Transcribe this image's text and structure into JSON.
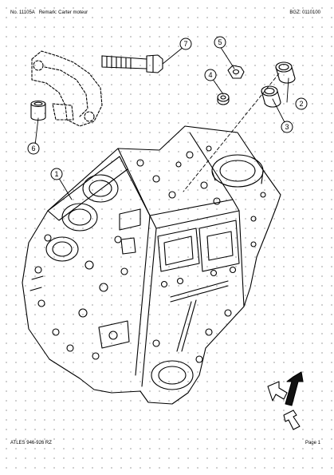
{
  "header": {
    "doc_number": "No. 11105A",
    "remark": "Remark: Carter moteur",
    "bgz": "BGZ: 0110100"
  },
  "footer": {
    "model": "ATLES 946-926 RZ",
    "page": "Page 1"
  },
  "callouts": [
    "1",
    "2",
    "3",
    "4",
    "5",
    "6",
    "7"
  ]
}
